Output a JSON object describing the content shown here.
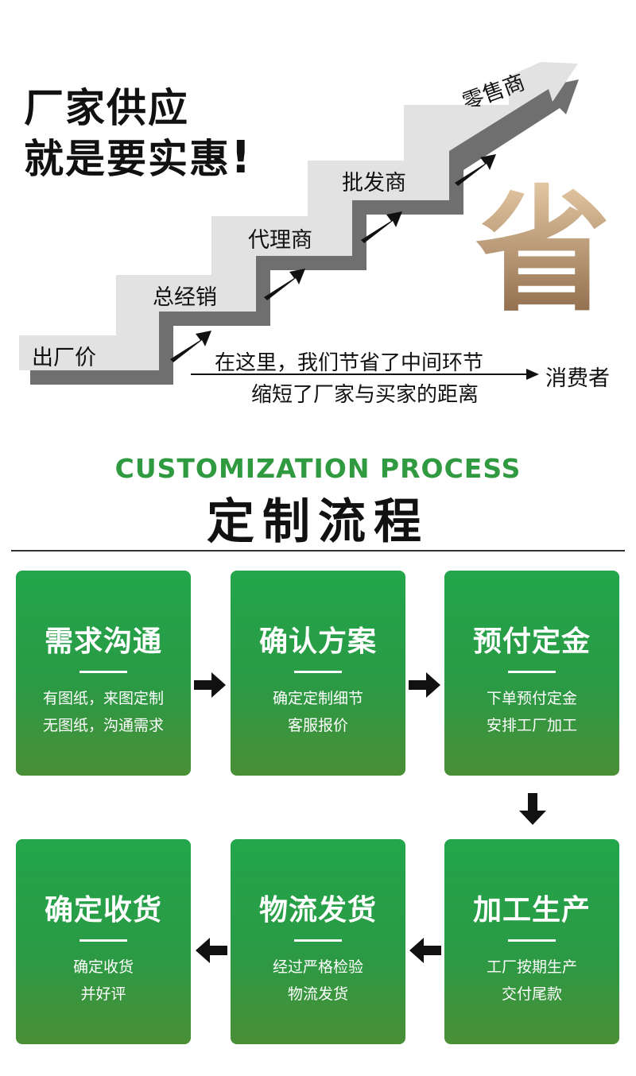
{
  "headline": {
    "line1": "厂家供应",
    "line2": "就是要实惠",
    "exclaim": "!"
  },
  "staircase": {
    "steps": [
      "出厂价",
      "总经销",
      "代理商",
      "批发商",
      "零售商"
    ],
    "save_char": "省",
    "saving_line1": "在这里，我们节省了中间环节",
    "saving_line2": "缩短了厂家与买家的距离",
    "consumer": "消费者"
  },
  "process": {
    "title_en": "CUSTOMIZATION PROCESS",
    "title_cn": "定制流程",
    "steps": [
      {
        "title": "需求沟通",
        "desc1": "有图纸，来图定制",
        "desc2": "无图纸，沟通需求"
      },
      {
        "title": "确认方案",
        "desc1": "确定定制细节",
        "desc2": "客服报价"
      },
      {
        "title": "预付定金",
        "desc1": "下单预付定金",
        "desc2": "安排工厂加工"
      },
      {
        "title": "加工生产",
        "desc1": "工厂按期生产",
        "desc2": "交付尾款"
      },
      {
        "title": "物流发货",
        "desc1": "经过严格检验",
        "desc2": "物流发货"
      },
      {
        "title": "确定收货",
        "desc1": "确定收货",
        "desc2": "并好评"
      }
    ]
  },
  "colors": {
    "green": "#23a64b",
    "title_green": "#2f9a3f",
    "save_gold": "#c9a57b"
  }
}
